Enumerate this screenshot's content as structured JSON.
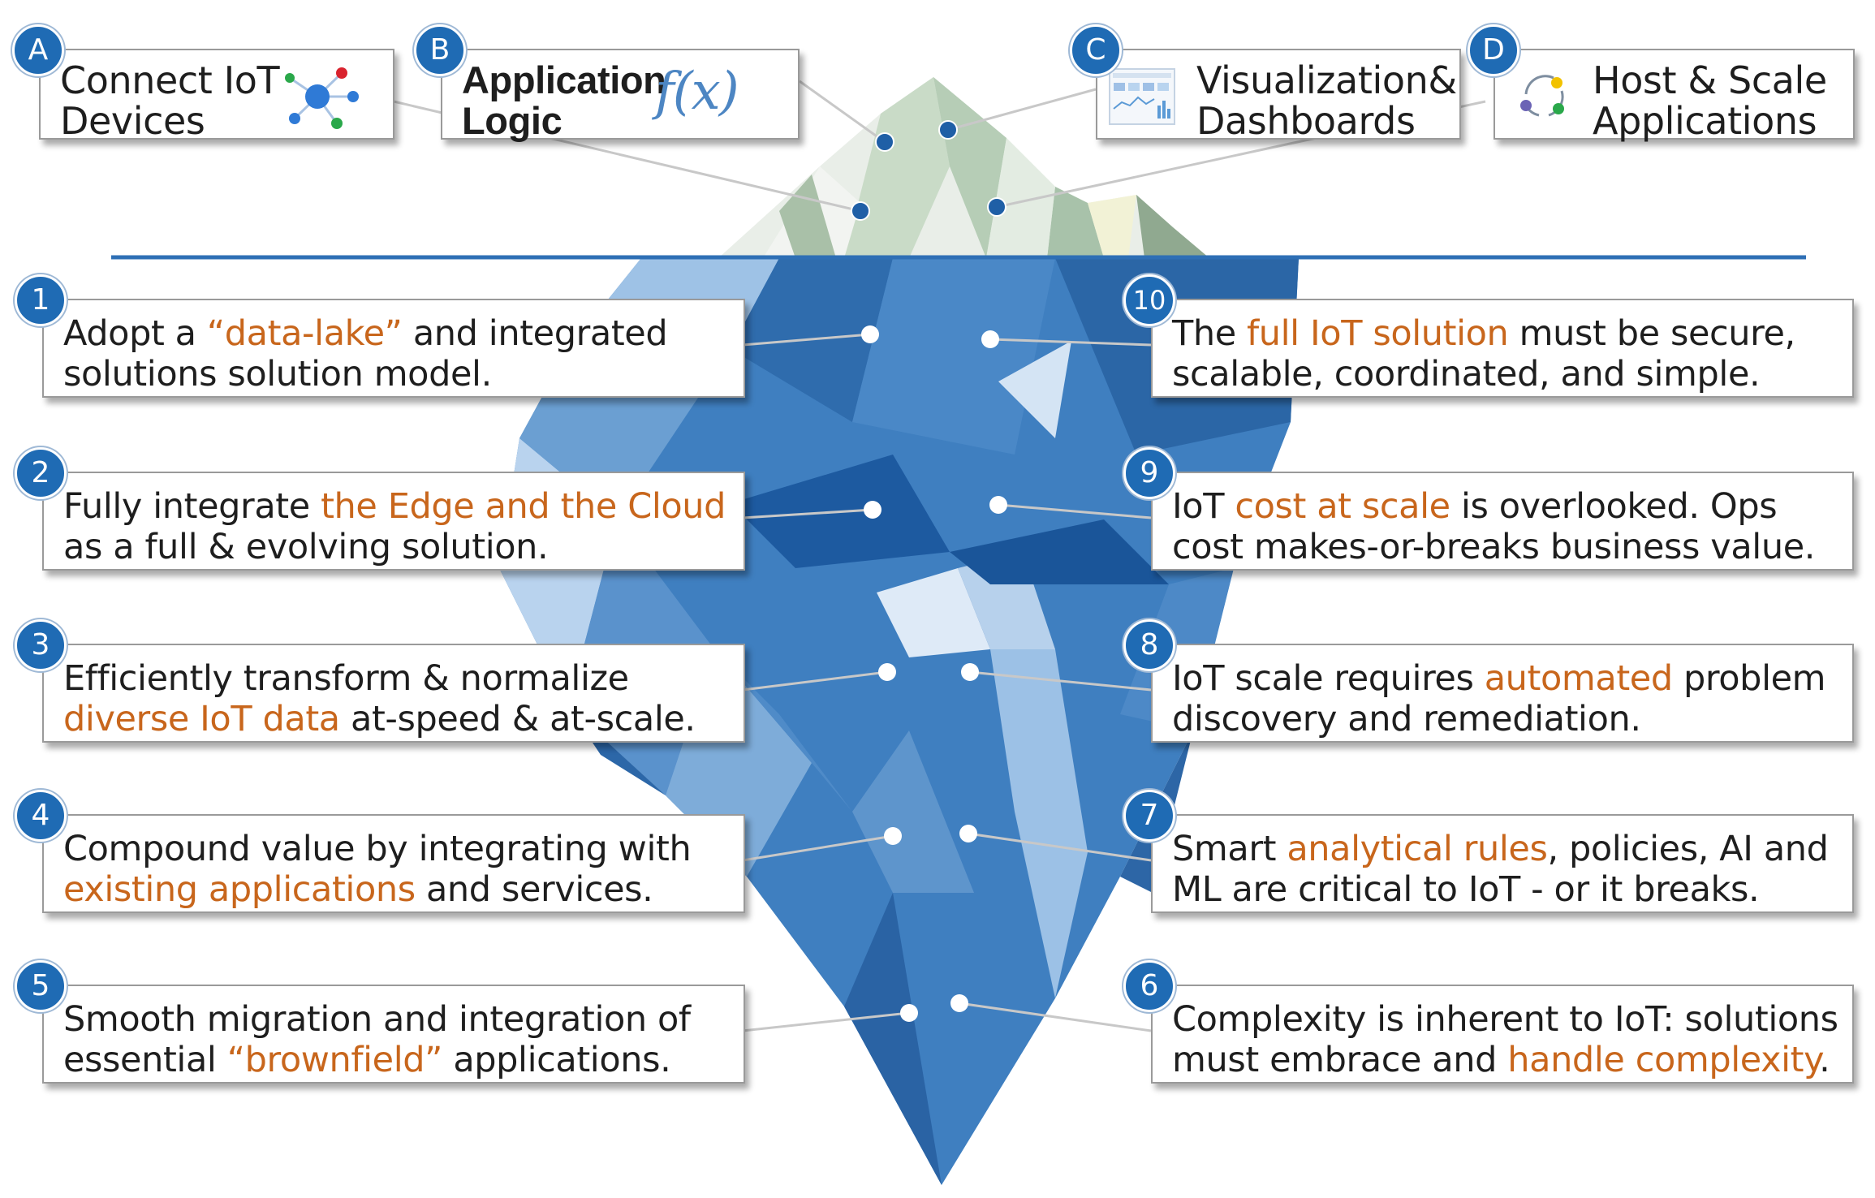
{
  "top_items": [
    {
      "badge": "A",
      "lines": [
        "Connect IoT",
        "Devices"
      ],
      "icon": "network-nodes-icon"
    },
    {
      "badge": "B",
      "lines": [
        "Application",
        "Logic"
      ],
      "icon": "function-fx-icon",
      "icon_text": "f(x)"
    },
    {
      "badge": "C",
      "lines": [
        "Visualization&",
        "Dashboards"
      ],
      "icon": "dashboard-thumbnail-icon"
    },
    {
      "badge": "D",
      "lines": [
        "Host & Scale",
        "Applications"
      ],
      "icon": "cycle-arrows-icon"
    }
  ],
  "left_items": [
    {
      "badge": "1",
      "line1": [
        {
          "t": "Adopt a "
        },
        {
          "t": "“data-lake”",
          "hl": true
        },
        {
          "t": " and integrated"
        }
      ],
      "line2": [
        {
          "t": "solutions solution model."
        }
      ]
    },
    {
      "badge": "2",
      "line1": [
        {
          "t": "Fully integrate "
        },
        {
          "t": "the Edge and the Cloud",
          "hl": true
        }
      ],
      "line2": [
        {
          "t": "as a full & evolving solution."
        }
      ]
    },
    {
      "badge": "3",
      "line1": [
        {
          "t": "Efficiently transform & normalize"
        }
      ],
      "line2": [
        {
          "t": "diverse IoT data",
          "hl": true
        },
        {
          "t": " at-speed & at-scale."
        }
      ]
    },
    {
      "badge": "4",
      "line1": [
        {
          "t": "Compound value by integrating with"
        }
      ],
      "line2": [
        {
          "t": "existing applications",
          "hl": true
        },
        {
          "t": " and services."
        }
      ]
    },
    {
      "badge": "5",
      "line1": [
        {
          "t": "Smooth migration and integration of"
        }
      ],
      "line2": [
        {
          "t": "essential "
        },
        {
          "t": "“brownfield”",
          "hl": true
        },
        {
          "t": " applications."
        }
      ]
    }
  ],
  "right_items": [
    {
      "badge": "10",
      "line1": [
        {
          "t": "The "
        },
        {
          "t": "full IoT solution",
          "hl": true
        },
        {
          "t": " must be secure,"
        }
      ],
      "line2": [
        {
          "t": "scalable, coordinated, and simple."
        }
      ]
    },
    {
      "badge": "9",
      "line1": [
        {
          "t": "IoT "
        },
        {
          "t": "cost at scale",
          "hl": true
        },
        {
          "t": " is overlooked. Ops"
        }
      ],
      "line2": [
        {
          "t": "cost makes-or-breaks business value."
        }
      ]
    },
    {
      "badge": "8",
      "line1": [
        {
          "t": "IoT scale requires "
        },
        {
          "t": "automated",
          "hl": true
        },
        {
          "t": " problem"
        }
      ],
      "line2": [
        {
          "t": "discovery and remediation."
        }
      ]
    },
    {
      "badge": "7",
      "line1": [
        {
          "t": "Smart "
        },
        {
          "t": "analytical rules",
          "hl": true
        },
        {
          "t": ", policies, AI and"
        }
      ],
      "line2": [
        {
          "t": "ML are critical to IoT - or it breaks."
        }
      ]
    },
    {
      "badge": "6",
      "line1": [
        {
          "t": "Complexity is inherent to IoT: solutions"
        }
      ],
      "line2": [
        {
          "t": "must embrace and "
        },
        {
          "t": "handle complexity",
          "hl": true
        },
        {
          "t": "."
        }
      ]
    }
  ],
  "colors": {
    "badge": "#1f6bb4",
    "highlight": "#c8661c",
    "water_line": "#2e6fb5",
    "ice_below": "#3f7fc0",
    "ice_above": "#d5e3d5"
  }
}
